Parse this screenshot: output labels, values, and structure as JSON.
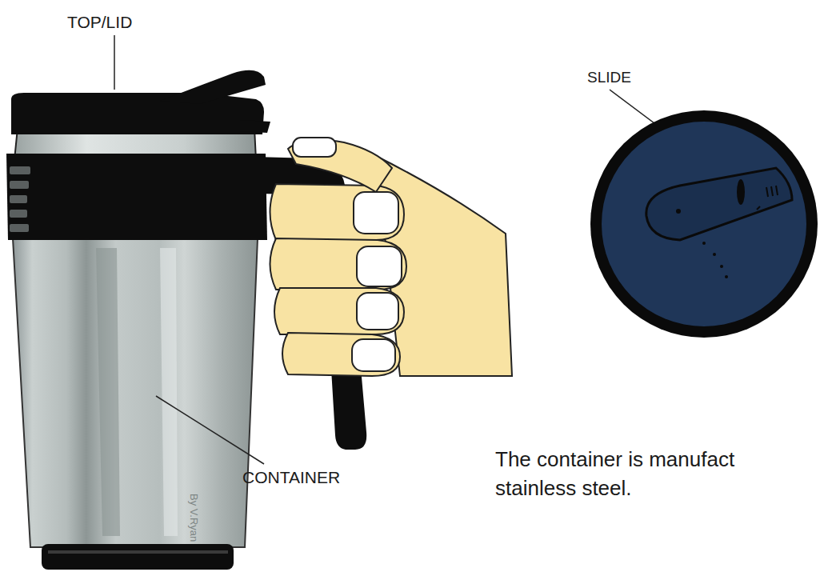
{
  "diagram": {
    "labels": [
      "TOP/LID",
      "SLIDE",
      "CONTAINER",
      "The container is manufact",
      "stainless steel.",
      "By V.Ryan"
    ]
  }
}
